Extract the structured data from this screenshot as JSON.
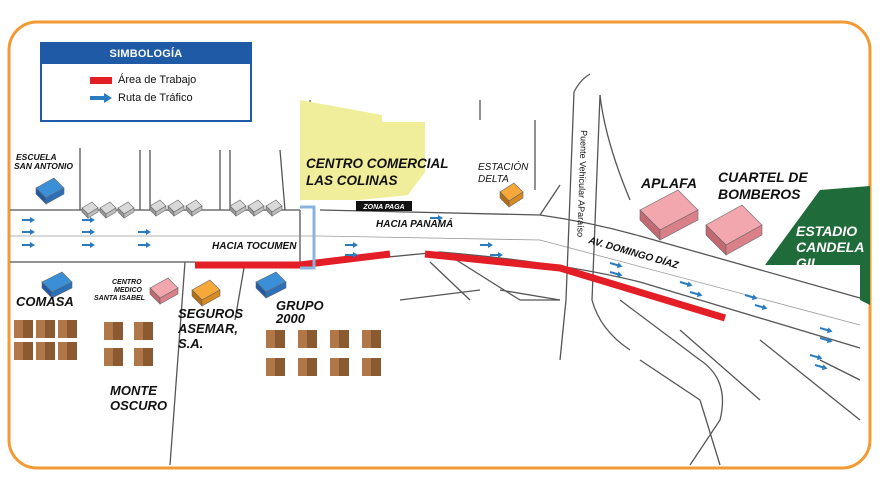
{
  "legend": {
    "title": "SIMBOLOGÍA",
    "work_area_label": "Área de Trabajo",
    "traffic_route_label": "Ruta de Tráfico"
  },
  "colors": {
    "frame": "#f29a33",
    "work_area": "#e41e26",
    "traffic_arrow": "#2a7cc0",
    "mall_area": "#f0ee9a",
    "stadium": "#1f6b3a",
    "house": "#b07848"
  },
  "map": {
    "places": {
      "escuela": "ESCUELA\nSAN ANTONIO",
      "comasa": "COMASA",
      "centro_medico": "CENTRO\nMEDICO\nSANTA ISABEL",
      "seguros": "SEGUROS\nASEMAR,\nS.A.",
      "grupo": "GRUPO\n2000",
      "monte": "MONTE\nOSCURO",
      "mall": "CENTRO COMERCIAL\nLAS COLINAS",
      "zona": "ZONA PAGA",
      "estacion": "ESTACIÓN\nDELTA",
      "aplafa": "APLAFA",
      "cuartel": "CUARTEL DE\nBOMBEROS",
      "estadio": "ESTADIO\nCANDELA\nGIL"
    },
    "roads": {
      "hacia_panama": "HACIA PANAMÁ",
      "hacia_tocumen": "HACIA TOCUMEN",
      "domingo_diaz": "AV. DOMINGO DÍAZ",
      "puente": "Puente Vehicular AParaíso"
    }
  }
}
